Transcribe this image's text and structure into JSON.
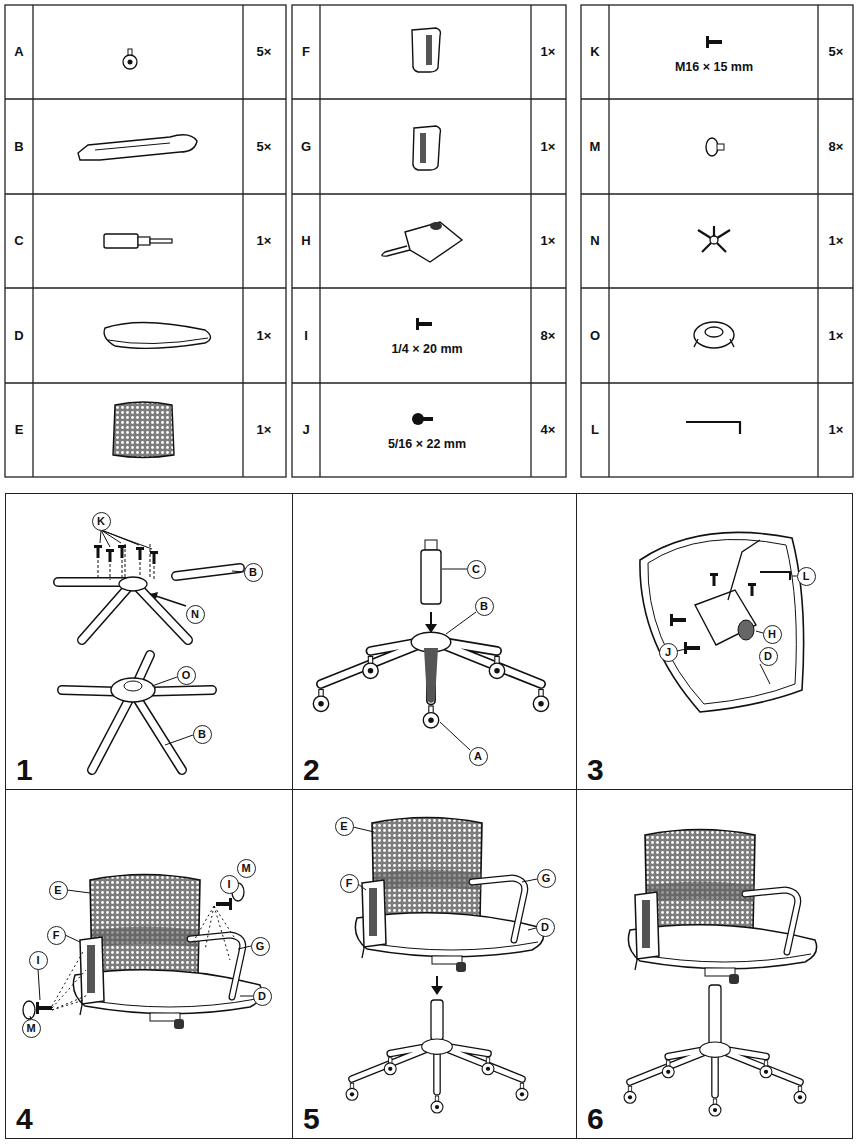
{
  "diagram": {
    "nodes": [
      {
        "text": [
          "1"
        ]
      },
      {
        "text": [
          "K"
        ],
        "in": 0
      },
      {
        "text": [
          "B"
        ],
        "in": 0
      },
      {
        "text": [
          "N"
        ],
        "in": 0
      },
      {
        "text": [
          "O"
        ],
        "in": 0
      },
      {
        "text": [
          "B"
        ],
        "in": 0
      },
      {
        "text": [
          "2"
        ]
      },
      {
        "text": [
          "C"
        ],
        "in": 6
      },
      {
        "text": [
          "B"
        ],
        "in": 6
      },
      {
        "text": [
          "A"
        ],
        "in": 6
      },
      {
        "text": [
          "3"
        ]
      },
      {
        "text": [
          "L"
        ],
        "in": 10
      },
      {
        "text": [
          "H"
        ],
        "in": 10
      },
      {
        "text": [
          "J"
        ],
        "in": 10
      },
      {
        "text": [
          "D"
        ],
        "in": 10
      },
      {
        "text": [
          "4"
        ]
      },
      {
        "text": [
          "E"
        ],
        "in": 15
      },
      {
        "text": [
          "I"
        ],
        "in": 15
      },
      {
        "text": [
          "M"
        ],
        "in": 15
      },
      {
        "text": [
          "F"
        ],
        "in": 15
      },
      {
        "text": [
          "G"
        ],
        "in": 15
      },
      {
        "text": [
          "I"
        ],
        "in": 15
      },
      {
        "text": [
          "M"
        ],
        "in": 15
      },
      {
        "text": [
          "D"
        ],
        "in": 15
      },
      {
        "text": [
          "5"
        ]
      },
      {
        "text": [
          "E"
        ],
        "in": 24
      },
      {
        "text": [
          "F"
        ],
        "in": 24
      },
      {
        "text": [
          "G"
        ],
        "in": 24
      },
      {
        "text": [
          "D"
        ],
        "in": 24
      },
      {
        "text": [
          "6"
        ]
      }
    ],
    "labels": [
      "A",
      "5×",
      "B",
      "5×",
      "C",
      "1×",
      "D",
      "1×",
      "E",
      "1×",
      "F",
      "1×",
      "G",
      "1×",
      "H",
      "1×",
      "I",
      "1/4 × 20 mm",
      "8×",
      "J",
      "5/16 × 22 mm",
      "4×",
      "K",
      "M16 × 15 mm",
      "5×",
      "M",
      "8×",
      "N",
      "1×",
      "O",
      "1×",
      "L",
      "1×"
    ]
  }
}
